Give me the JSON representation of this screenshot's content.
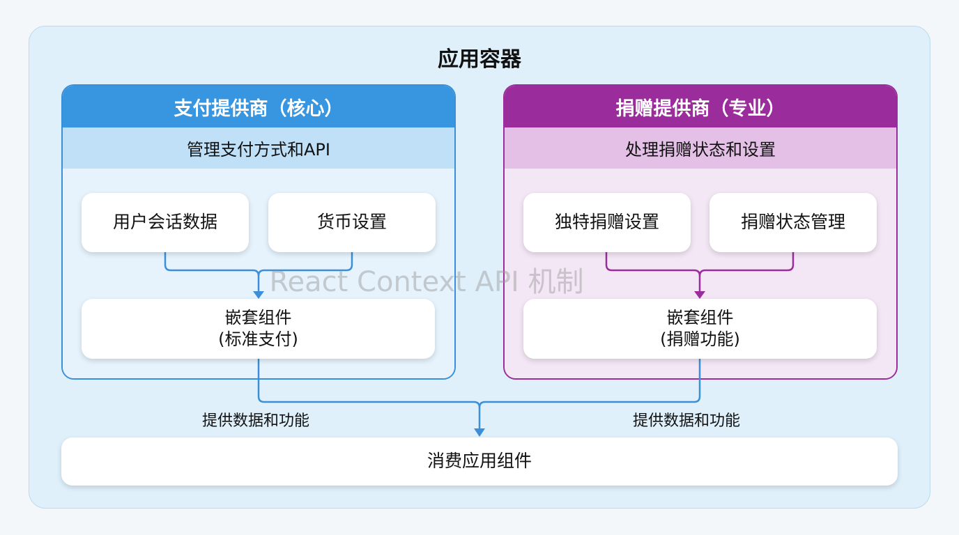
{
  "title": "应用容器",
  "left": {
    "header": "支付提供商（核心）",
    "subtitle": "管理支付方式和API",
    "box1": "用户会话数据",
    "box2": "货币设置",
    "nested_line1": "嵌套组件",
    "nested_line2": "(标准支付)",
    "color": "#3896e0"
  },
  "right": {
    "header": "捐赠提供商（专业）",
    "subtitle": "处理捐赠状态和设置",
    "box1": "独特捐赠设置",
    "box2": "捐赠状态管理",
    "nested_line1": "嵌套组件",
    "nested_line2": "(捐赠功能)",
    "color": "#9b2c9c"
  },
  "watermark": "React Context API 机制",
  "flow_label_left": "提供数据和功能",
  "flow_label_right": "提供数据和功能",
  "consumer": "消费应用组件"
}
